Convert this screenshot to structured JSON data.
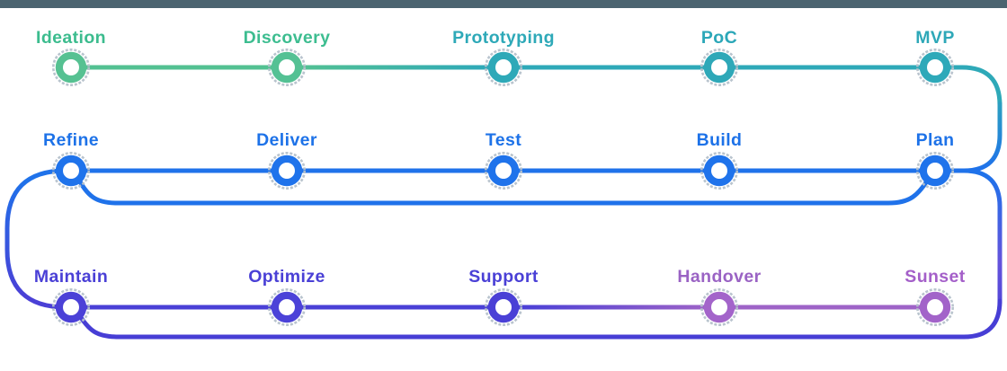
{
  "palette": {
    "background": "#ffffff",
    "top_bar": "#4b6470",
    "node_outline": "#b5c1cb",
    "node_core": "#ffffff",
    "green": "#53c192",
    "teal": "#2ea9b8",
    "blue": "#1f72ea",
    "indigo": "#4a40d6",
    "violet_mid": "#6453dc",
    "indigo_deep": "#473ed5",
    "orchid": "#9e63c7"
  },
  "stages": {
    "row1": {
      "name": "discovery-track",
      "nodes": [
        {
          "label": "Ideation",
          "color": "#56c192",
          "label_color": "#3cbc8e"
        },
        {
          "label": "Discovery",
          "color": "#54c194",
          "label_color": "#3dbd90"
        },
        {
          "label": "Prototyping",
          "color": "#2ea9b8",
          "label_color": "#2ea9b8"
        },
        {
          "label": "PoC",
          "color": "#2ea8b8",
          "label_color": "#2ba7b8"
        },
        {
          "label": "MVP",
          "color": "#2ea9b9",
          "label_color": "#2ea8b8"
        }
      ]
    },
    "row2": {
      "name": "iteration-track",
      "nodes": [
        {
          "label": "Refine",
          "color": "#1f73eb",
          "label_color": "#1d72e8"
        },
        {
          "label": "Deliver",
          "color": "#1f73eb",
          "label_color": "#1d72e8"
        },
        {
          "label": "Test",
          "color": "#1f73eb",
          "label_color": "#1d72e8"
        },
        {
          "label": "Build",
          "color": "#1f73eb",
          "label_color": "#1d72e8"
        },
        {
          "label": "Plan",
          "color": "#1f73eb",
          "label_color": "#1d72e8"
        }
      ]
    },
    "row3": {
      "name": "maintenance-track",
      "nodes": [
        {
          "label": "Maintain",
          "color": "#4b41d7",
          "label_color": "#4a40d6"
        },
        {
          "label": "Optimize",
          "color": "#4b42d8",
          "label_color": "#4a40d6"
        },
        {
          "label": "Support",
          "color": "#4a40d6",
          "label_color": "#4a40d6"
        },
        {
          "label": "Handover",
          "color": "#a364ca",
          "label_color": "#9a63c4"
        },
        {
          "label": "Sunset",
          "color": "#a263c9",
          "label_color": "#a45fc9"
        }
      ]
    }
  }
}
